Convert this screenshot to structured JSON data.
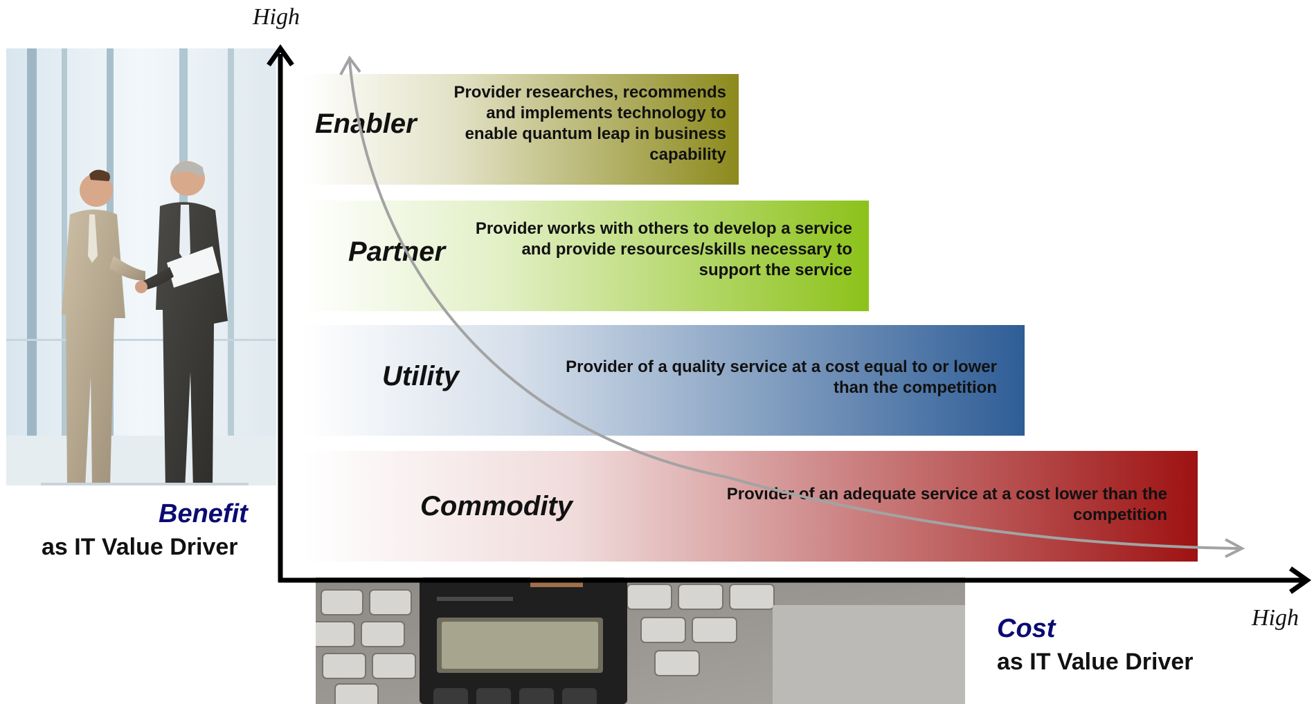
{
  "y_axis": {
    "high_label": "High"
  },
  "x_axis": {
    "high_label": "High"
  },
  "benefit": {
    "title": "Benefit",
    "subtitle": "as IT Value Driver"
  },
  "cost": {
    "title": "Cost",
    "subtitle": "as IT Value Driver"
  },
  "bands": [
    {
      "name": "Enabler",
      "description": "Provider researches, recommends and implements technology to enable quantum leap in business capability",
      "color": "#8c8a1c"
    },
    {
      "name": "Partner",
      "description": "Provider works with others to develop a service and provide resources/skills necessary to support the service",
      "color": "#8cc21a"
    },
    {
      "name": "Utility",
      "description": "Provider of a quality service at a cost equal to or lower than the competition",
      "color": "#2e5d96"
    },
    {
      "name": "Commodity",
      "description": "Provider of an adequate service at a cost lower than the competition",
      "color": "#9e1212"
    }
  ],
  "photos": {
    "left": "business-handshake-photo",
    "bottom": "calculator-keyboard-photo"
  }
}
